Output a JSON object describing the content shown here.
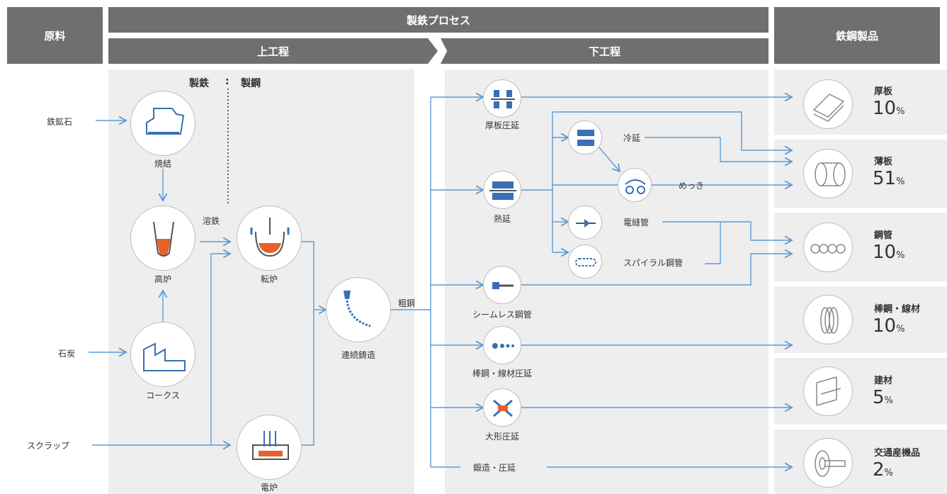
{
  "header": {
    "raw": "原料",
    "process": "製鉄プロセス",
    "upstream": "上工程",
    "downstream": "下工程",
    "products": "鉄鋼製品"
  },
  "upstream": {
    "ironmaking": "製鉄",
    "steelmaking": "製鋼",
    "iron_ore": "鉄鉱石",
    "coal": "石炭",
    "scrap": "スクラップ",
    "sinter": "焼結",
    "blast_furnace": "高炉",
    "coke": "コークス",
    "hot_metal": "溶鉄",
    "converter": "転炉",
    "eaf": "電炉",
    "continuous_casting": "連続鋳造",
    "crude_steel": "粗鋼"
  },
  "downstream": {
    "plate_rolling": "厚板圧延",
    "hot_rolling": "熱延",
    "cold_rolling": "冷延",
    "plating": "めっき",
    "erw_pipe": "電縫管",
    "spiral_pipe": "スパイラル鋼管",
    "seamless_pipe": "シームレス鋼管",
    "bar_wire_rolling": "棒鋼・線材圧延",
    "section_rolling": "大形圧延",
    "forging": "鍛造・圧延"
  },
  "products": [
    {
      "name": "厚板",
      "percent": "10",
      "unit": "%"
    },
    {
      "name": "薄板",
      "percent": "51",
      "unit": "%"
    },
    {
      "name": "鋼管",
      "percent": "10",
      "unit": "%"
    },
    {
      "name": "棒鋼・線材",
      "percent": "10",
      "unit": "%"
    },
    {
      "name": "建材",
      "percent": "5",
      "unit": "%"
    },
    {
      "name": "交通産機品",
      "percent": "2",
      "unit": "%"
    }
  ],
  "colors": {
    "header": "#6f6f6f",
    "panel": "#eeeeee",
    "flow": "#5b9bd5",
    "icon_blue": "#3a6fb5",
    "molten": "#e8602c"
  }
}
